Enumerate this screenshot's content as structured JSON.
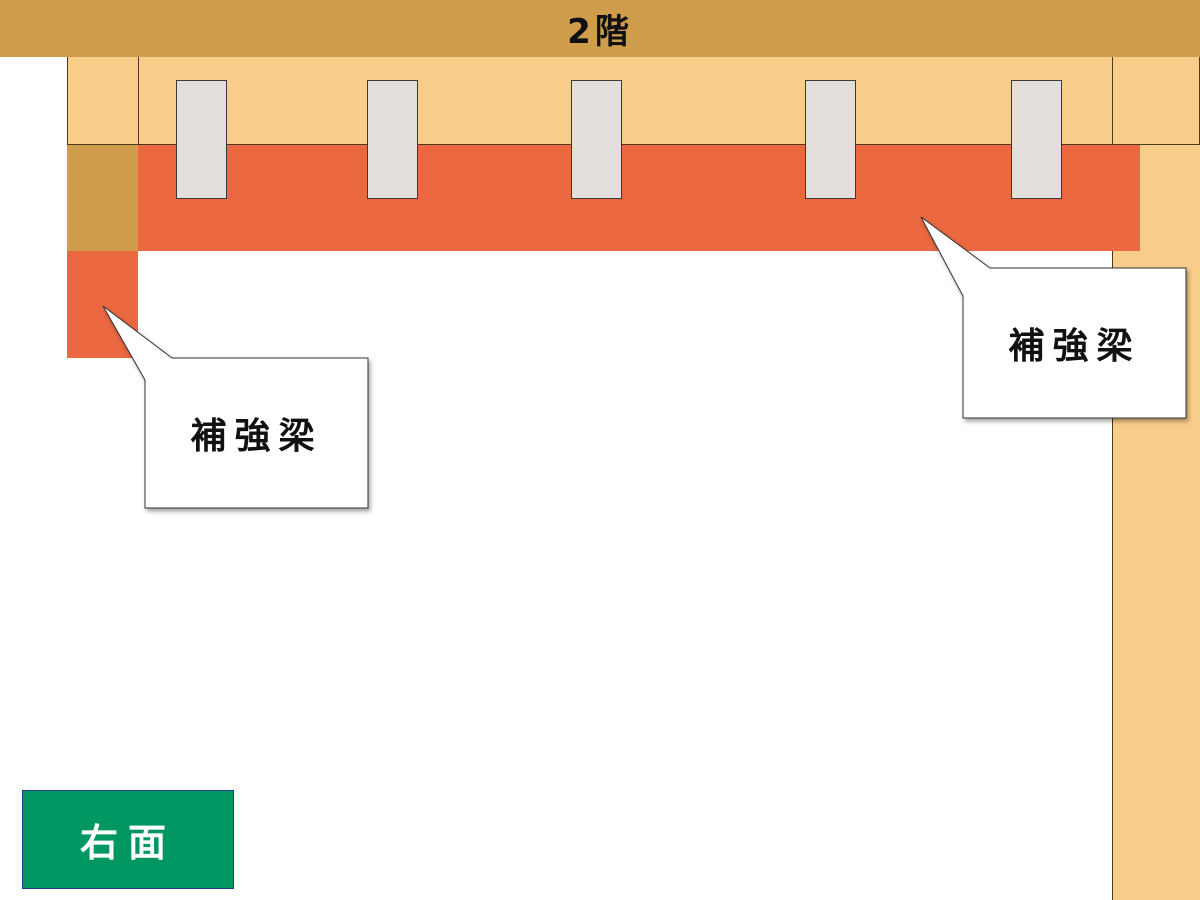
{
  "floor": {
    "label": "2階"
  },
  "callouts": {
    "left": {
      "label": "補強梁"
    },
    "right": {
      "label": "補強梁"
    }
  },
  "face": {
    "label": "右面"
  },
  "colors": {
    "floor_band": "#cf9d4b",
    "plate": "#f8cd8a",
    "beam": "#eb6841",
    "stud": "#e3dddb",
    "badge": "#009762"
  }
}
